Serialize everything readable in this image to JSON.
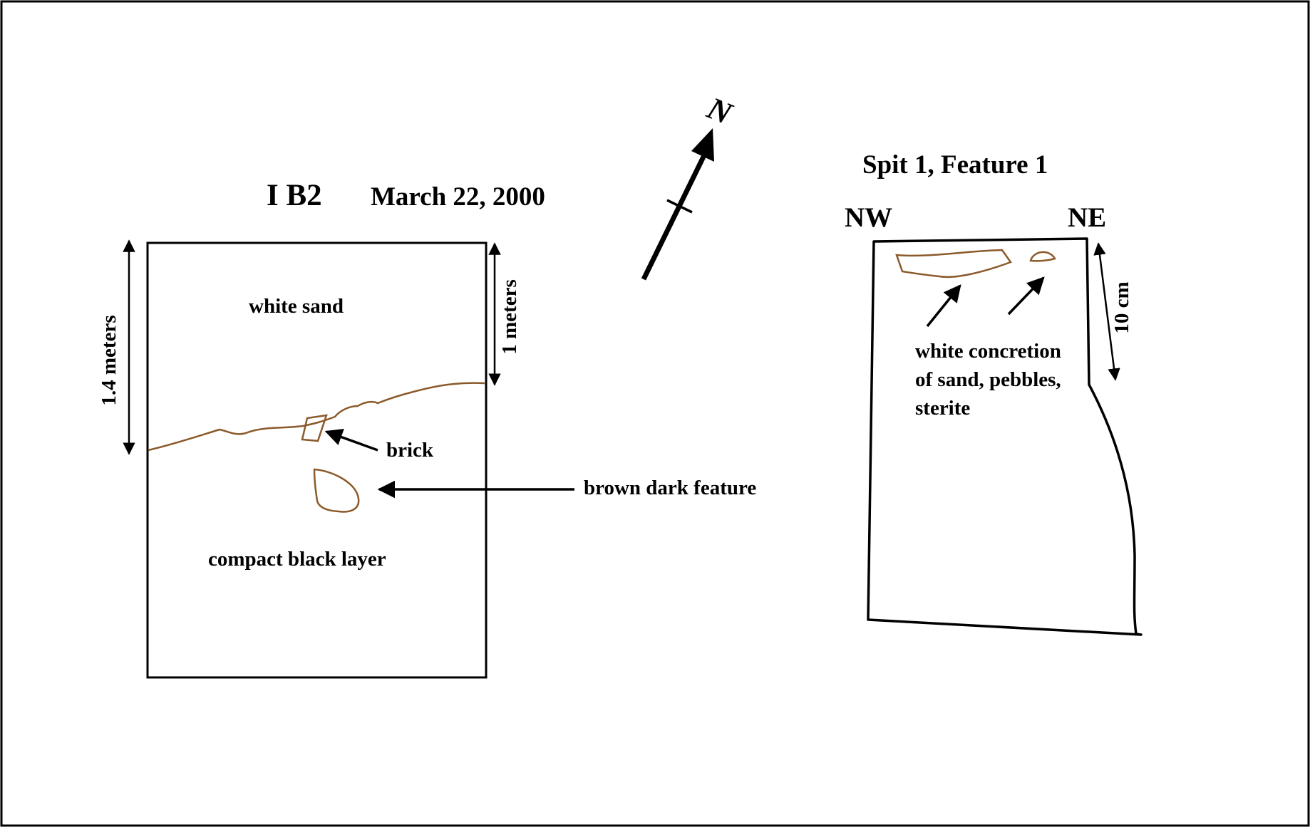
{
  "unit_plan": {
    "title": "I B2",
    "date": "March 22, 2000",
    "labels": {
      "white_sand": "white sand",
      "brick": "brick",
      "brown_dark_feature": "brown dark feature",
      "compact_black_layer": "compact black layer"
    },
    "dimensions": {
      "left": "1.4 meters",
      "right": "1 meters"
    }
  },
  "north_arrow": {
    "label": "N"
  },
  "feature_plan": {
    "title": "Spit 1, Feature 1",
    "corner_left": "NW",
    "corner_right": "NE",
    "dimension": "10 cm",
    "concretion_lines": [
      "white concretion",
      "of sand, pebbles,",
      "sterite"
    ]
  },
  "colors": {
    "outline": "#000000",
    "feature_outline": "#8B5A2B",
    "background": "#ffffff"
  }
}
